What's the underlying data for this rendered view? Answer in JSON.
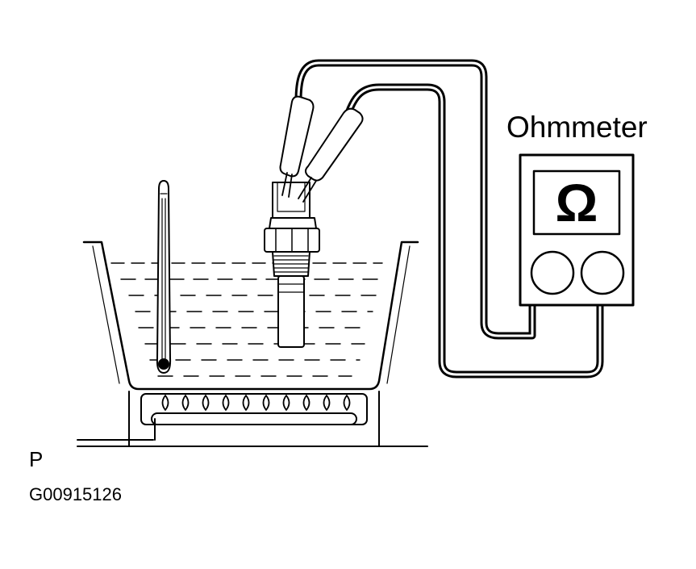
{
  "diagram": {
    "meter_label": "Ohmmeter",
    "meter_symbol": "Ω",
    "figure_letter": "P",
    "figure_code": "G00915126",
    "line_color": "#000000",
    "background": "#ffffff"
  }
}
